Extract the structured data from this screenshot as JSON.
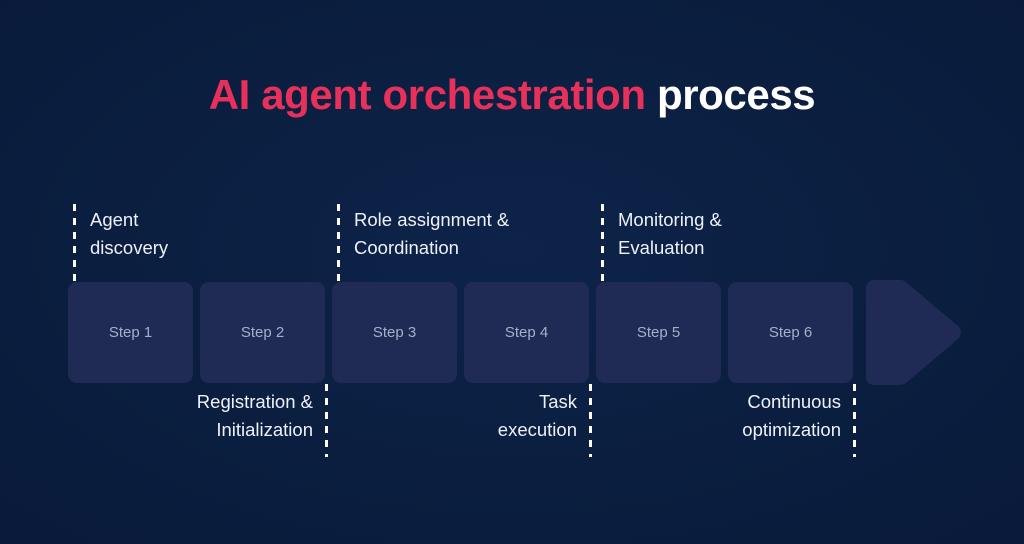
{
  "title": {
    "accent_text": "AI agent orchestration",
    "plain_text": " process"
  },
  "colors": {
    "background": "#0a1c3c",
    "accent": "#e8315a",
    "box_fill": "#1f2b55",
    "box_text": "#a6aec9",
    "label_text": "#eef1f8",
    "tick": "#ffffff"
  },
  "diagram": {
    "type": "process-timeline",
    "steps": [
      {
        "label": "Step 1"
      },
      {
        "label": "Step 2"
      },
      {
        "label": "Step 3"
      },
      {
        "label": "Step 4"
      },
      {
        "label": "Step 5"
      },
      {
        "label": "Step 6"
      }
    ],
    "arrow": {
      "name": "process-arrow-head"
    },
    "callouts_top": [
      {
        "text": "Agent\ndiscovery"
      },
      {
        "text": "Role assignment &\nCoordination"
      },
      {
        "text": "Monitoring &\nEvaluation"
      }
    ],
    "callouts_bottom": [
      {
        "text": "Registration &\nInitialization"
      },
      {
        "text": "Task\nexecution"
      },
      {
        "text": "Continuous\noptimization"
      }
    ]
  }
}
